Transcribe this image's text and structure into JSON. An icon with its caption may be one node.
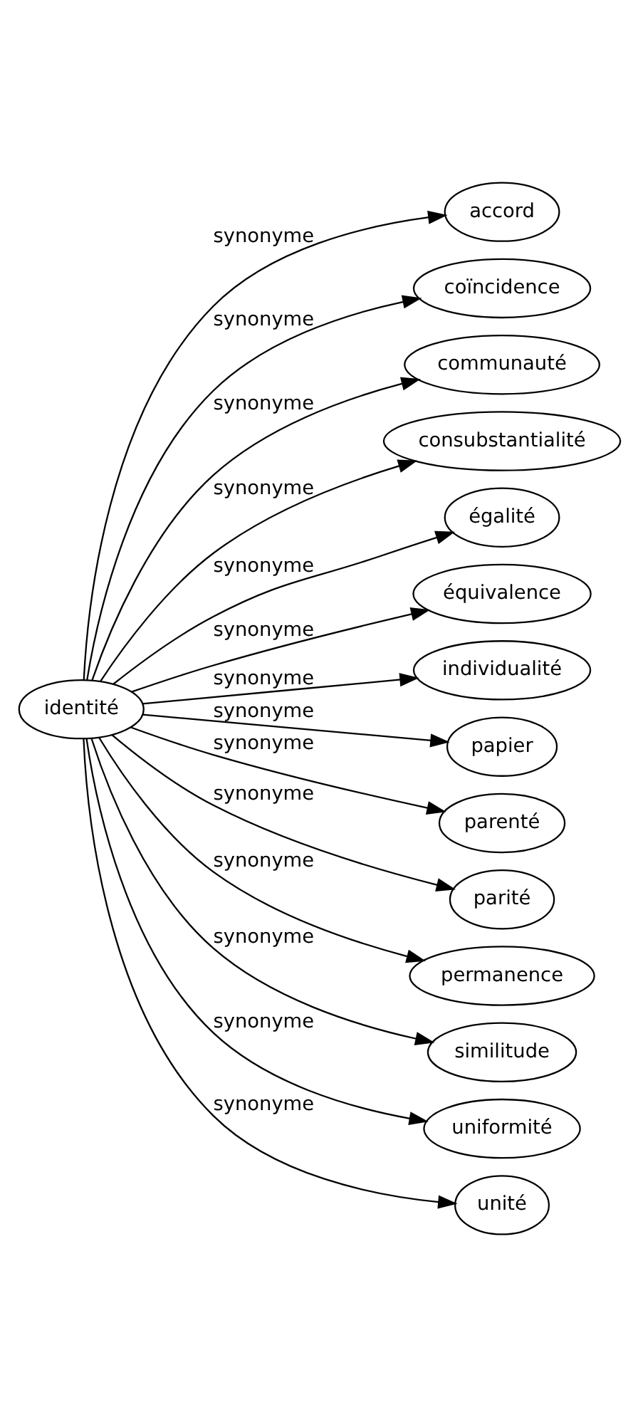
{
  "diagram": {
    "nodes": [
      {
        "text": [
          "identité"
        ]
      },
      {
        "text": [
          "accord"
        ]
      },
      {
        "text": [
          "coïncidence"
        ]
      },
      {
        "text": [
          "communauté"
        ]
      },
      {
        "text": [
          "consubstantialité"
        ]
      },
      {
        "text": [
          "égalité"
        ]
      },
      {
        "text": [
          "équivalence"
        ]
      },
      {
        "text": [
          "individualité"
        ]
      },
      {
        "text": [
          "papier"
        ]
      },
      {
        "text": [
          "parenté"
        ]
      },
      {
        "text": [
          "parité"
        ]
      },
      {
        "text": [
          "permanence"
        ]
      },
      {
        "text": [
          "similitude"
        ]
      },
      {
        "text": [
          "uniformité"
        ]
      },
      {
        "text": [
          "unité"
        ]
      }
    ],
    "edges": [
      {
        "from": 0,
        "to": 1,
        "arrow": "to",
        "label": "synonyme"
      },
      {
        "from": 0,
        "to": 2,
        "arrow": "to",
        "label": "synonyme"
      },
      {
        "from": 0,
        "to": 3,
        "arrow": "to",
        "label": "synonyme"
      },
      {
        "from": 0,
        "to": 4,
        "arrow": "to",
        "label": "synonyme"
      },
      {
        "from": 0,
        "to": 5,
        "arrow": "to",
        "label": "synonyme"
      },
      {
        "from": 0,
        "to": 6,
        "arrow": "to",
        "label": "synonyme"
      },
      {
        "from": 0,
        "to": 7,
        "arrow": "to",
        "label": "synonyme"
      },
      {
        "from": 0,
        "to": 8,
        "arrow": "to",
        "label": "synonyme"
      },
      {
        "from": 0,
        "to": 9,
        "arrow": "to",
        "label": "synonyme"
      },
      {
        "from": 0,
        "to": 10,
        "arrow": "to",
        "label": "synonyme"
      },
      {
        "from": 0,
        "to": 11,
        "arrow": "to",
        "label": "synonyme"
      },
      {
        "from": 0,
        "to": 12,
        "arrow": "to",
        "label": "synonyme"
      },
      {
        "from": 0,
        "to": 13,
        "arrow": "to",
        "label": "synonyme"
      },
      {
        "from": 0,
        "to": 14,
        "arrow": "to",
        "label": "synonyme"
      }
    ]
  }
}
